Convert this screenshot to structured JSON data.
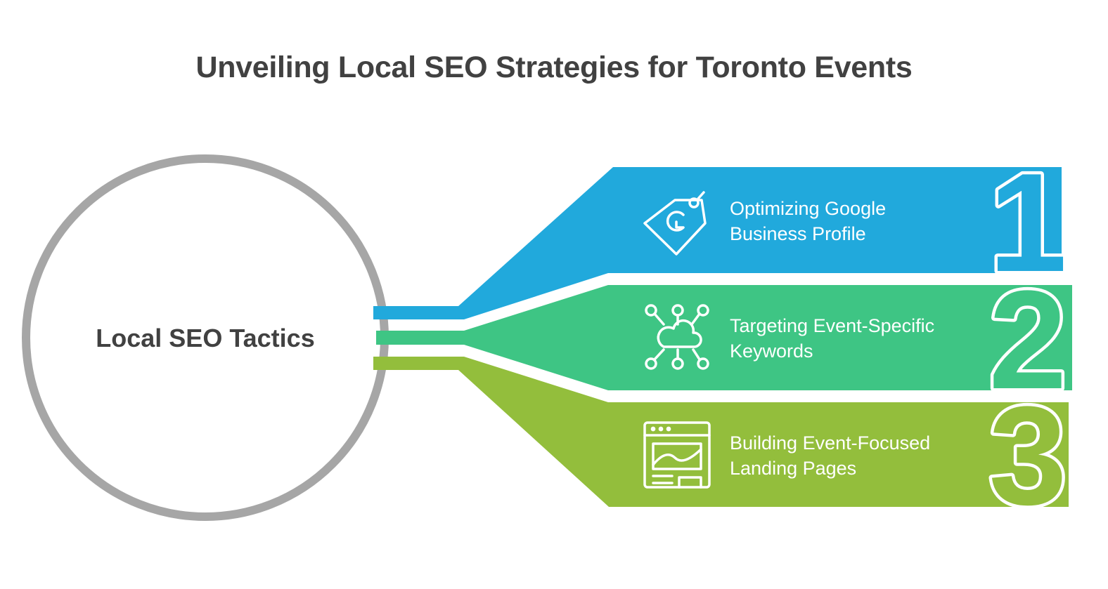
{
  "title": "Unveiling Local SEO Strategies for Toronto Events",
  "hub": {
    "label": "Local SEO Tactics"
  },
  "colors": {
    "hub_ring": "#a6a6a6",
    "title_text": "#414141",
    "item_text": "#ffffff"
  },
  "items": [
    {
      "number": "1",
      "line1": "Optimizing Google",
      "line2": "Business Profile",
      "icon": "google-tag-icon",
      "color": "#21a9dc"
    },
    {
      "number": "2",
      "line1": "Targeting Event-Specific",
      "line2": "Keywords",
      "icon": "keyword-cloud-network-icon",
      "color": "#3ec584"
    },
    {
      "number": "3",
      "line1": "Building Event-Focused",
      "line2": "Landing Pages",
      "icon": "landing-page-browser-icon",
      "color": "#93be3c"
    }
  ]
}
